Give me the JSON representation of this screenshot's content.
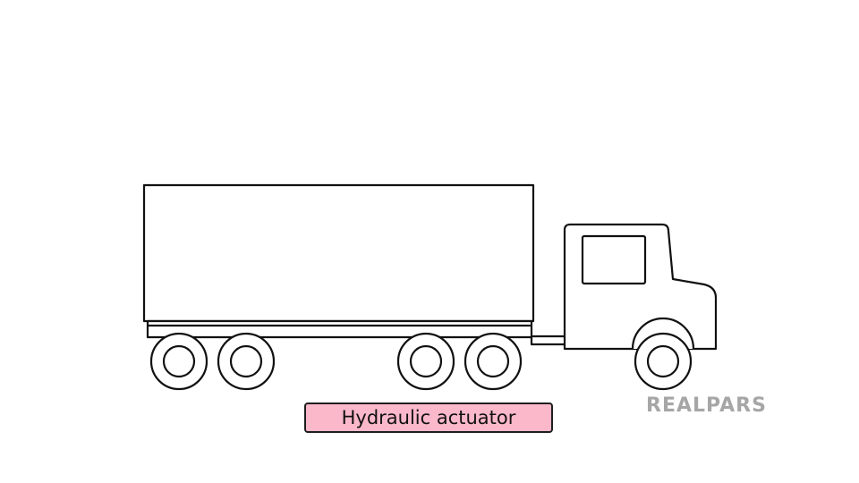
{
  "caption": {
    "text": "Hydraulic actuator"
  },
  "logo": {
    "text": "REALPARS"
  },
  "colors": {
    "caption_bg": "#fbb8cb",
    "caption_border": "#1e1e1e",
    "outline": "#111111",
    "logo": "#a6a6a6"
  },
  "icons": [
    "truck-illustration",
    "realpars-logo"
  ]
}
